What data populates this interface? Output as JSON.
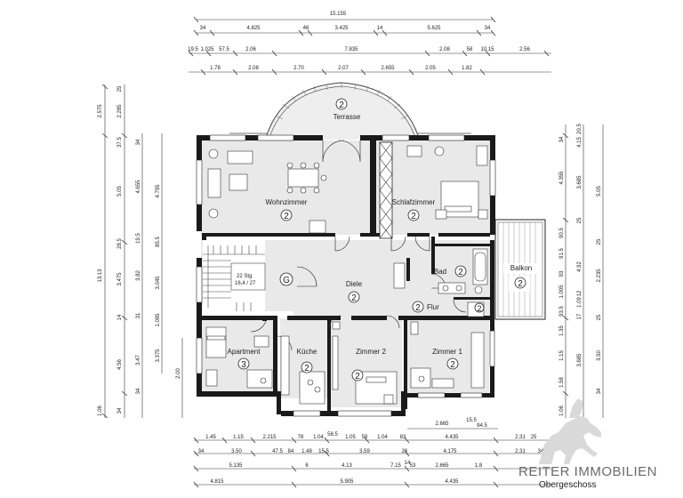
{
  "brand": {
    "name": "REITER IMMOBILIEN",
    "floor": "Obergeschoss"
  },
  "rooms": {
    "terrasse": {
      "label": "Terrasse",
      "num": "2"
    },
    "wohnzimmer": {
      "label": "Wohnzimmer",
      "num": "2"
    },
    "schlafzimmer": {
      "label": "Schlafzimmer",
      "num": "2"
    },
    "bad": {
      "label": "Bad",
      "num": "2"
    },
    "balkon": {
      "label": "Balkon",
      "num": "2"
    },
    "diele": {
      "label": "Diele",
      "num": "2"
    },
    "flur": {
      "label": "Flur",
      "num": "2"
    },
    "stair_num": "2",
    "apartment": {
      "label": "Apartment",
      "num": "3"
    },
    "kueche": {
      "label": "Küche",
      "num": "2"
    },
    "zimmer2": {
      "label": "Zimmer 2",
      "num": "2"
    },
    "zimmer1": {
      "label": "Zimmer 1",
      "num": "2"
    },
    "stair": {
      "label1": "22 Stg",
      "label2": "16,4 / 27",
      "g": "G"
    }
  },
  "dims": {
    "top1": "15.155",
    "top2": [
      "34",
      "4.825",
      "46",
      "3.425",
      "14",
      "5.625",
      "34"
    ],
    "top3": [
      "19.5",
      "1.025",
      "57.5",
      "2.06",
      "7.835",
      "2.08",
      "58",
      "10.15",
      "2.56"
    ],
    "top4": [
      "1.78",
      "2.08",
      "2.70",
      "2.07",
      "2.655",
      "2.05",
      "1.82"
    ],
    "left1": [
      "2.575",
      "13.13",
      "1.06"
    ],
    "left2": [
      "25",
      "2.285",
      "37.5",
      "5.05",
      "28.5",
      "3.475",
      "14",
      "4.56",
      "34"
    ],
    "left3": [
      "34",
      "4.655",
      "19.5",
      "3.82",
      "31",
      "3.47",
      "34"
    ],
    "left4": [
      "4.755",
      "85.5",
      "3.045",
      "1.095",
      "3.375"
    ],
    "left5": "2.00",
    "right1": [
      "34",
      "20.5",
      "4.15",
      "4.355",
      "3.685",
      "25",
      "90.5",
      "91.5",
      "93",
      "1.005",
      "93.5",
      "1.35",
      "1.15",
      "1.58",
      "1.06"
    ],
    "right2": [
      "4.92",
      "1.09",
      "17",
      "12",
      "3.685",
      "34"
    ],
    "right3": [
      "5.05",
      "25",
      "2.235",
      "25",
      "3.50",
      "34"
    ],
    "balcony": [
      "2.665",
      "15.5",
      "94.5"
    ],
    "bot1": [
      "1.45",
      "1.15",
      "2.215",
      "78",
      "1.04",
      "58.5",
      "1.05",
      "58",
      "1.04",
      "83",
      "4.435",
      "2.31",
      "25"
    ],
    "bot2": [
      "34",
      "3.50",
      "47.5",
      "84",
      "1.48",
      "15.5",
      "3.59",
      "26",
      "4.175",
      "2.31",
      "34"
    ],
    "bot3": [
      "5.135",
      "6",
      "4.13",
      "7.15",
      "14",
      "53",
      "2.665",
      "1.8"
    ],
    "bot4": [
      "4.815",
      "5.905",
      "4.435"
    ]
  }
}
